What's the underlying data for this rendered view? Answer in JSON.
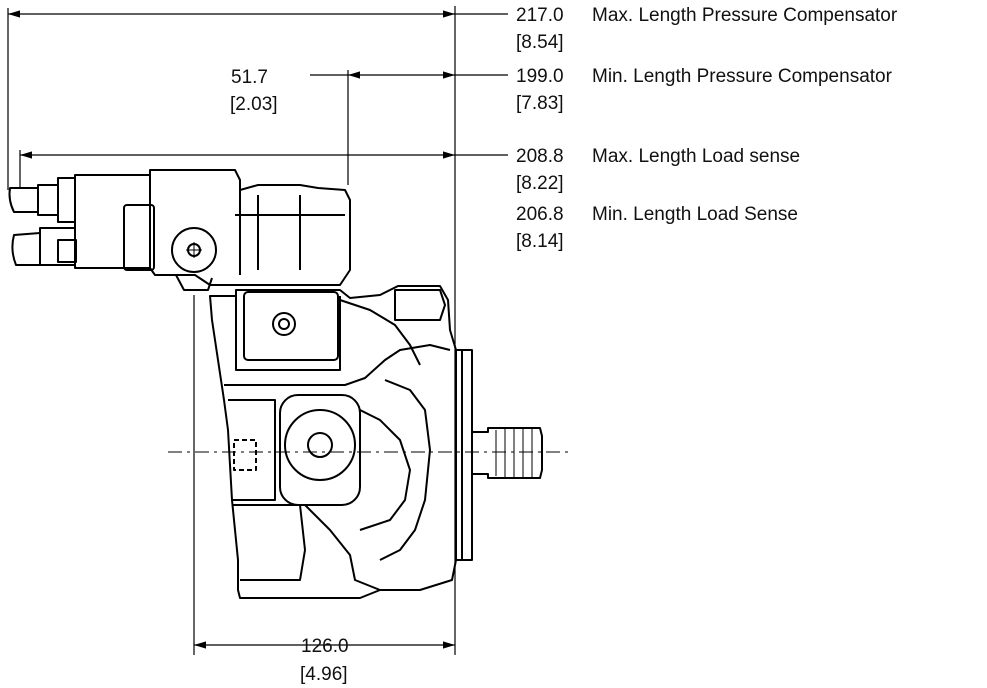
{
  "dimensions": {
    "d51_7": {
      "value": "51.7",
      "inch": "[2.03]"
    },
    "d126": {
      "value": "126.0",
      "inch": "[4.96]"
    }
  },
  "callouts": [
    {
      "value": "217.0",
      "label": "Max. Length Pressure Compensator",
      "inch": "[8.54]"
    },
    {
      "value": "199.0",
      "label": "Min. Length Pressure Compensator",
      "inch": "[7.83]"
    },
    {
      "value": "208.8",
      "label": "Max. Length Load sense",
      "inch": "[8.22]"
    },
    {
      "value": "206.8",
      "label": "Min. Length Load Sense",
      "inch": "[8.14]"
    }
  ]
}
